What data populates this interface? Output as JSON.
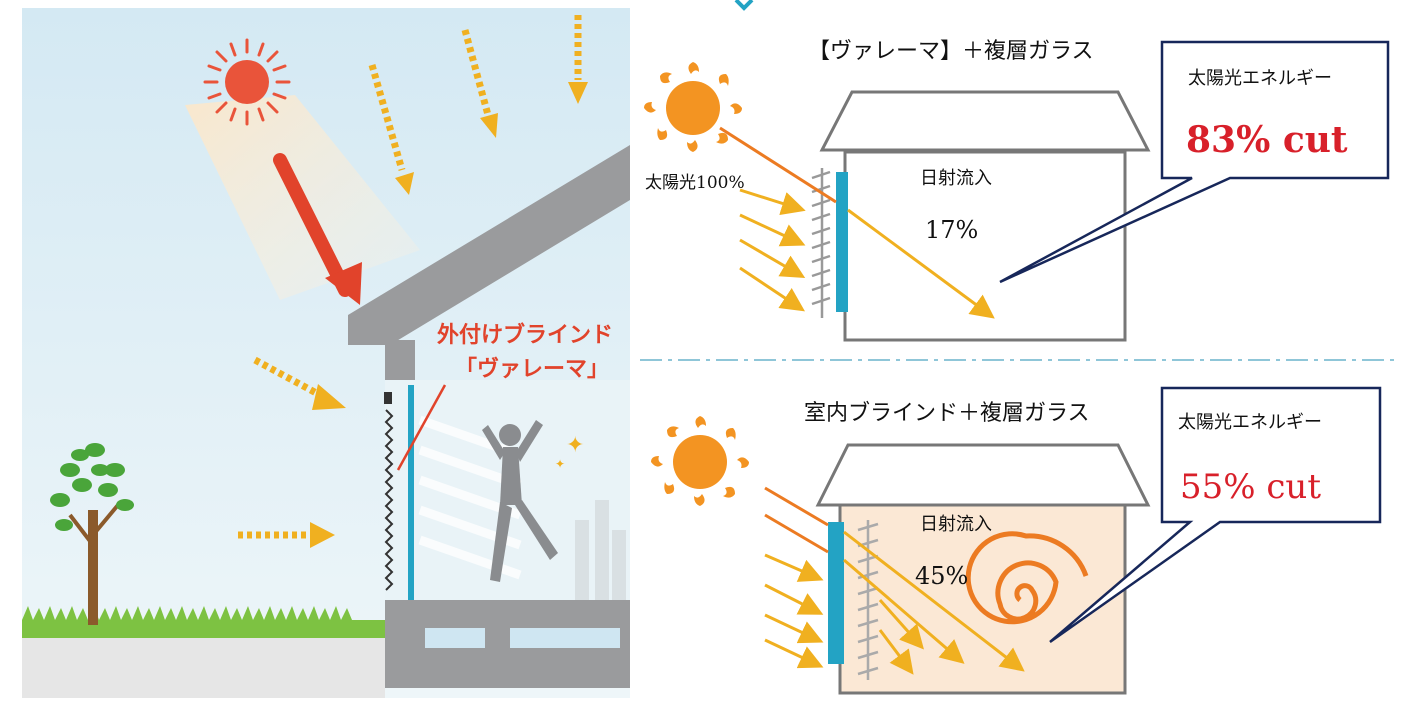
{
  "left_panel": {
    "callout_line1": "外付けブラインド",
    "callout_line2": "「ヴァレーマ」"
  },
  "top_diagram": {
    "title": "【ヴァレーマ】＋複層ガラス",
    "sunlight_label": "太陽光100%",
    "inflow_label": "日射流入",
    "inflow_value": "17%",
    "callout_label": "太陽光エネルギー",
    "callout_value": "83% cut"
  },
  "bottom_diagram": {
    "title": "室内ブラインド＋複層ガラス",
    "inflow_label": "日射流入",
    "inflow_value": "45%",
    "callout_label": "太陽光エネルギー",
    "callout_value": "55% cut"
  },
  "colors": {
    "sky": "#cfe6f2",
    "roof": "#9a9b9d",
    "arrow_yellow": "#f0b020",
    "arrow_orange": "#ec7b22",
    "arrow_red": "#e1432b",
    "glass_cyan": "#23a3c4",
    "cut_red": "#d8202a",
    "callout_border": "#17275a",
    "warm_fill": "#fbe8d5"
  }
}
